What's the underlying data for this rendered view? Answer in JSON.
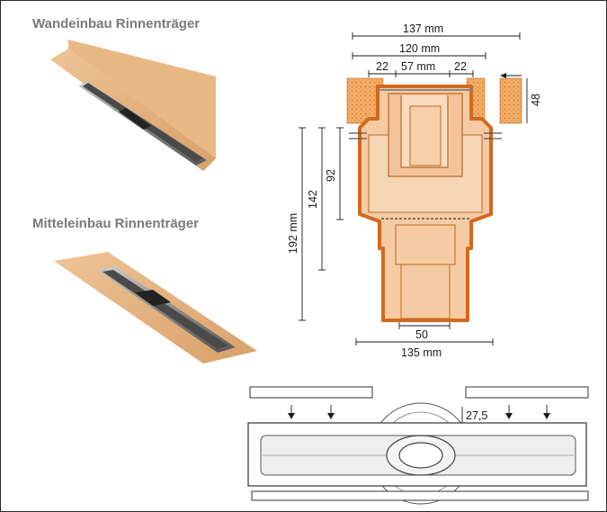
{
  "headings": {
    "wall": "Wandeinbau Rinnenträger",
    "middle": "Mitteleinbau Rinnenträger"
  },
  "dimensions": {
    "d137": "137 mm",
    "d120": "120 mm",
    "d22_left": "22",
    "d57": "57 mm",
    "d22_right": "22",
    "d48": "48",
    "d192": "192 mm",
    "d142": "142",
    "d92": "92",
    "d50": "50",
    "d135": "135 mm",
    "d27_5": "27,5"
  },
  "colors": {
    "membrane": "#e3b27c",
    "drain_orange": "#d2691e",
    "drain_fill": "#f6cba3",
    "insulation": "#f0a860",
    "heading_gray": "#7a7a7a"
  }
}
